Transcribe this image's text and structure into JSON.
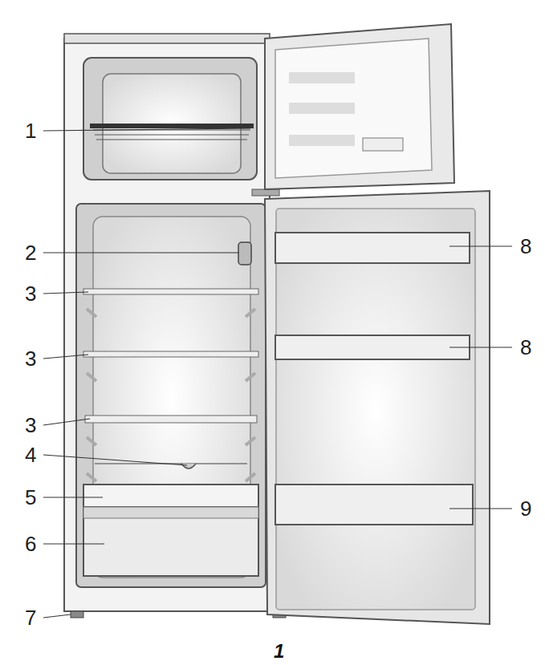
{
  "diagram": {
    "caption": "1",
    "labels": [
      "1",
      "2",
      "3",
      "3",
      "3",
      "4",
      "5",
      "6",
      "7",
      "8",
      "8",
      "9"
    ]
  }
}
